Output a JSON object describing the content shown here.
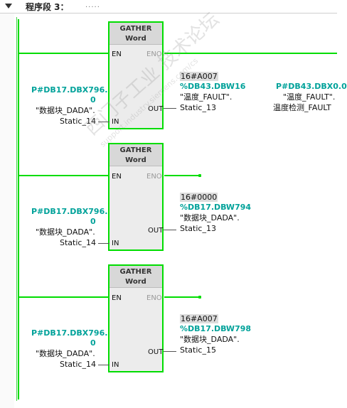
{
  "network": {
    "title": "程序段 3：",
    "comment": "....."
  },
  "blocks": [
    {
      "title": "GATHER",
      "subtitle": "Word",
      "en": "EN",
      "eno": "ENO",
      "out": "OUT",
      "in": "IN",
      "in_addr_1": "P#DB17.DBX796.",
      "in_addr_2": "0",
      "in_sym_1": "\"数据块_DADA\".",
      "in_sym_2": "Static_14",
      "out_const": "16#A007",
      "out_addr": "%DB43.DBW16",
      "out_sym_1": "\"温度_FAULT\".",
      "out_sym_2": "Static_13"
    },
    {
      "title": "GATHER",
      "subtitle": "Word",
      "en": "EN",
      "eno": "ENO",
      "out": "OUT",
      "in": "IN",
      "in_addr_1": "P#DB17.DBX796.",
      "in_addr_2": "0",
      "in_sym_1": "\"数据块_DADA\".",
      "in_sym_2": "Static_14",
      "out_const": "16#0000",
      "out_addr": "%DB17.DBW794",
      "out_sym_1": "\"数据块_DADA\".",
      "out_sym_2": "Static_13"
    },
    {
      "title": "GATHER",
      "subtitle": "Word",
      "en": "EN",
      "eno": "ENO",
      "out": "OUT",
      "in": "IN",
      "in_addr_1": "P#DB17.DBX796.",
      "in_addr_2": "0",
      "in_sym_1": "\"数据块_DADA\".",
      "in_sym_2": "Static_14",
      "out_const": "16#A007",
      "out_addr": "%DB17.DBW798",
      "out_sym_1": "\"数据块_DADA\".",
      "out_sym_2": "Static_15"
    }
  ],
  "right_operand": {
    "addr": "P#DB43.DBX0.0",
    "sym_1": "\"温度_FAULT\".",
    "sym_2": "温度检测_FAULT"
  },
  "watermark": {
    "line1": "西门子工业 技术论坛",
    "line2": "support.industry.siemens.com/cs"
  },
  "colors": {
    "wire": "#00dd00",
    "address": "#00a29a",
    "eno_disabled": "#9a9a9a"
  }
}
